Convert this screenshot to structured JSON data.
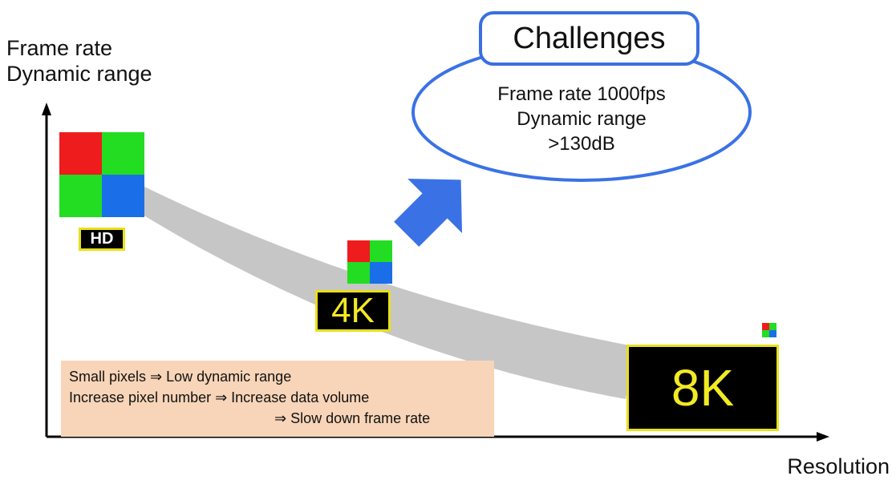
{
  "axes": {
    "y_label_line1": "Frame rate",
    "y_label_line2": "Dynamic range",
    "x_label": "Resolution"
  },
  "challenge": {
    "title": "Challenges",
    "line1": "Frame rate 1000fps",
    "line2": "Dynamic range",
    "line3": ">130dB"
  },
  "resolutions": {
    "hd": "HD",
    "k4": "4K",
    "k8": "8K"
  },
  "note": {
    "line1": "Small pixels  ⇒  Low dynamic range",
    "line2": "Increase pixel number ⇒  Increase data volume",
    "line3": "⇒  Slow down frame rate"
  },
  "colors": {
    "red": "#ee1c1c",
    "green": "#22dd22",
    "blue": "#1a6fe8",
    "accent_blue": "#3a72e6",
    "band_gray": "#c6c6c6",
    "label_yellow": "#f2ea23",
    "note_bg": "#f8d5b8"
  }
}
